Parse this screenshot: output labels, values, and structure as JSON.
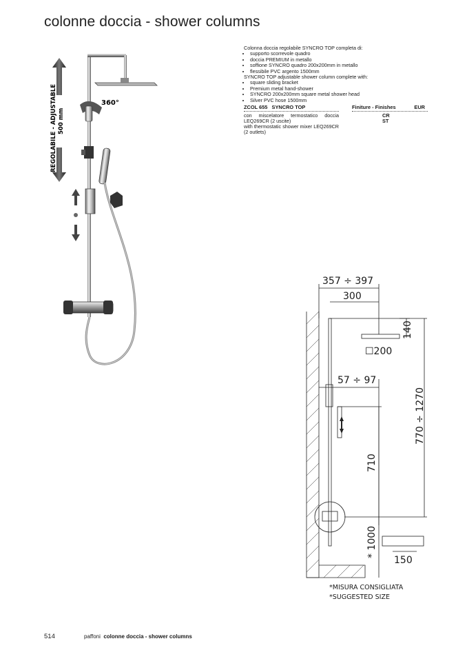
{
  "page": {
    "title": "colonne doccia - shower columns",
    "page_number": "514",
    "footer_brand": "paffoni",
    "footer_section": "colonne doccia - shower columns"
  },
  "description": {
    "it_intro": "Colonna doccia regolabile SYNCRO TOP completa di:",
    "it_items": [
      "supporto scorrevole quadro",
      "doccia PREMIUM in metallo",
      "soffione SYNCRO quadro 200x200mm in metallo",
      "flessibile PVC argento 1500mm"
    ],
    "en_intro": "SYNCRO TOP adjustable shower column complete with:",
    "en_items": [
      "square sliding bracket",
      "Premium metal hand-shower",
      "SYNCRO 200x200mm square metal shower head",
      "Silver PVC hose 1500mm"
    ]
  },
  "product": {
    "code": "ZCOL 655",
    "name": "SYNCRO TOP",
    "finishes_label": "Finiture - Finishes",
    "currency": "EUR",
    "desc_it": "con miscelatore termostatico doccia LEQ269CR (2 uscite)",
    "desc_en": "with thermostatic shower mixer LEQ269CR (2 outlets)",
    "finishes": [
      "CR",
      "ST"
    ]
  },
  "photo_labels": {
    "adjustable": "REGOLABILE - ADJUSTABLE",
    "range": "500 mm",
    "rotation": "360°"
  },
  "dimensions": {
    "arm_range": "357 ÷ 397",
    "arm": "300",
    "head_height": "140",
    "head_size": "☐200",
    "bracket_offset": "57 ÷ 97",
    "column_height": "770 ÷ 1270",
    "slide": "710",
    "mixer_height": "* 1000",
    "mixer_width": "150",
    "note_it": "*MISURA CONSIGLIATA",
    "note_en": "*SUGGESTED SIZE"
  }
}
